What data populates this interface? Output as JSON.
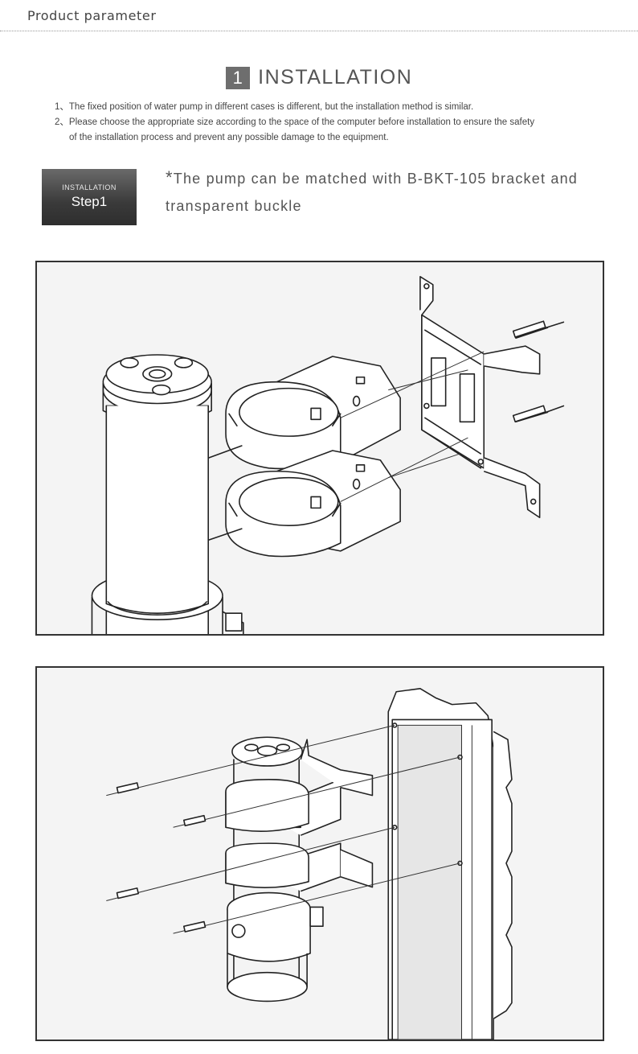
{
  "header": {
    "title": "Product parameter"
  },
  "section": {
    "number": "1",
    "title": "INSTALLATION"
  },
  "notes": [
    "1、The fixed position of water pump in different cases is different, but the installation method is similar.",
    "2、Please choose the appropriate size according to the space of the computer before installation to ensure the safety",
    "of the installation process and prevent any possible damage to the equipment."
  ],
  "step": {
    "label_small": "INSTALLATION",
    "label_big": "Step1"
  },
  "step_description": {
    "asterisk": "*",
    "line1": "The pump can be matched with B-BKT-105 bracket and",
    "line2": "transparent buckle"
  },
  "figures": [
    {
      "name": "pump-bracket-exploded-view"
    },
    {
      "name": "pump-radiator-mounting-view"
    }
  ]
}
